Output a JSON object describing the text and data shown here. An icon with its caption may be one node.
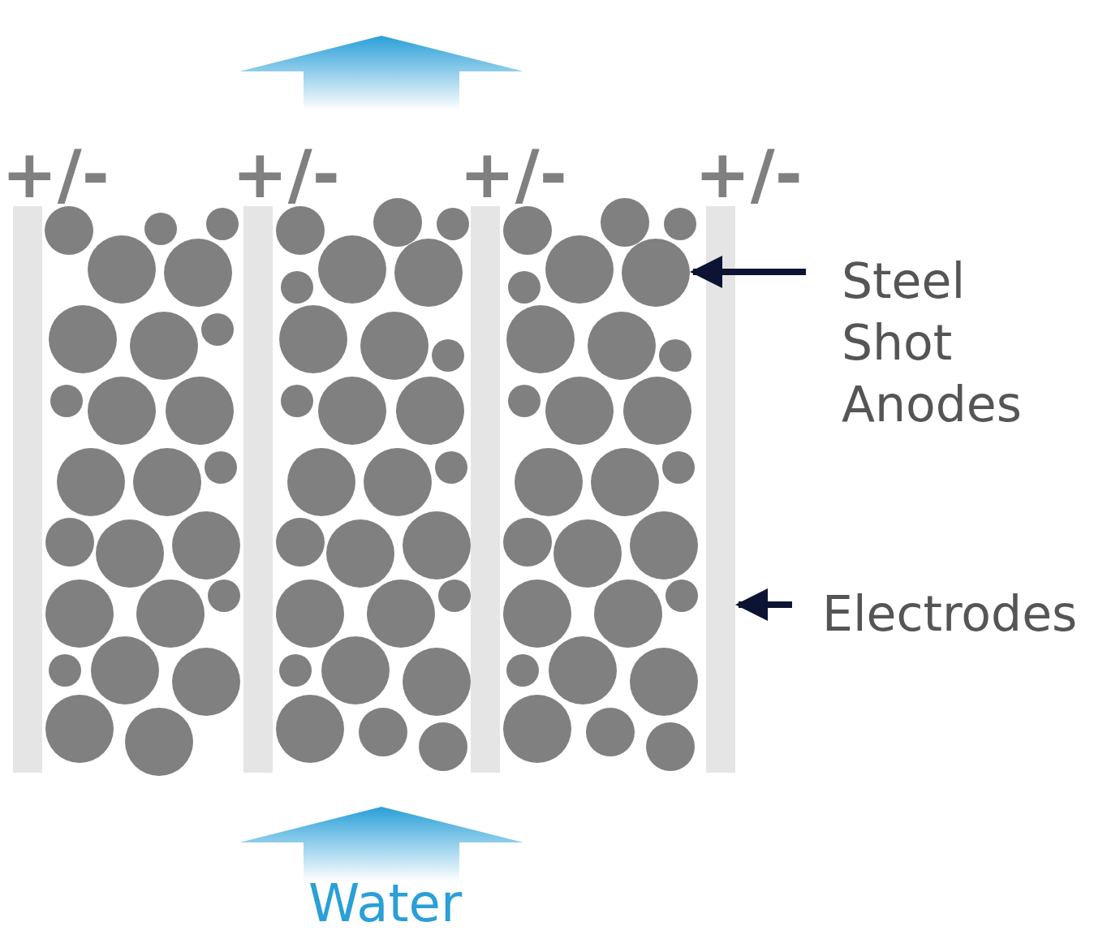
{
  "diagram": {
    "nodes": [
      {
        "text": [],
        "shape": "bar"
      },
      {
        "text": [],
        "shape": "bar"
      },
      {
        "text": [],
        "shape": "bar"
      },
      {
        "text": [
          "Steel Shot Anodes"
        ]
      },
      {
        "text": [],
        "shape": "circle"
      },
      {
        "text": [
          "Electrodes"
        ]
      },
      {
        "text": [],
        "shape": "bar"
      }
    ],
    "edges": [
      {
        "from": 3,
        "to": 4,
        "arrow": "to"
      },
      {
        "from": 5,
        "to": 6,
        "arrow": "to"
      }
    ],
    "labels": [
      "+/-",
      "+/-",
      "+/-",
      "+/-",
      "Water"
    ]
  }
}
